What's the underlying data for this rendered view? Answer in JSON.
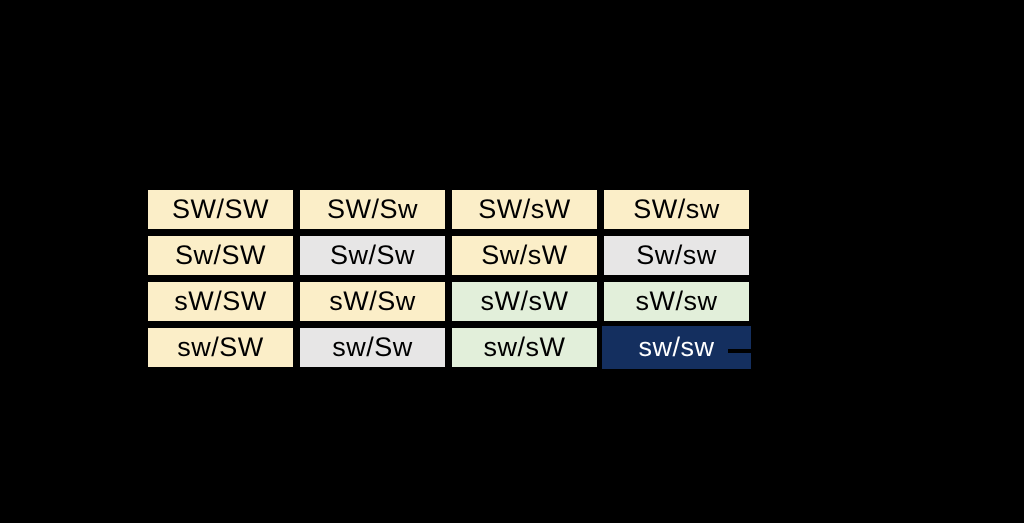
{
  "canvas": {
    "background": "#000000"
  },
  "colors": {
    "cream": "#FBEEC8",
    "gray": "#E7E6E6",
    "green": "#E2EFDA",
    "navy": "#142F5F",
    "border": "#000000",
    "text_dark": "#000000",
    "text_light": "#FFFFFF"
  },
  "table": {
    "rows": [
      {
        "cells": [
          {
            "label": "SW/SW",
            "variant": "cream"
          },
          {
            "label": "SW/Sw",
            "variant": "cream"
          },
          {
            "label": "SW/sW",
            "variant": "cream"
          },
          {
            "label": "SW/sw",
            "variant": "cream"
          }
        ]
      },
      {
        "cells": [
          {
            "label": "Sw/SW",
            "variant": "cream"
          },
          {
            "label": "Sw/Sw",
            "variant": "gray"
          },
          {
            "label": "Sw/sW",
            "variant": "cream"
          },
          {
            "label": "Sw/sw",
            "variant": "gray"
          }
        ]
      },
      {
        "cells": [
          {
            "label": "sW/SW",
            "variant": "cream"
          },
          {
            "label": "sW/Sw",
            "variant": "cream"
          },
          {
            "label": "sW/sW",
            "variant": "green"
          },
          {
            "label": "sW/sw",
            "variant": "green"
          }
        ]
      },
      {
        "cells": [
          {
            "label": "sw/SW",
            "variant": "cream"
          },
          {
            "label": "sw/Sw",
            "variant": "gray"
          },
          {
            "label": "sw/sW",
            "variant": "green"
          },
          {
            "label": "sw/sw",
            "variant": "navy"
          }
        ]
      }
    ]
  }
}
